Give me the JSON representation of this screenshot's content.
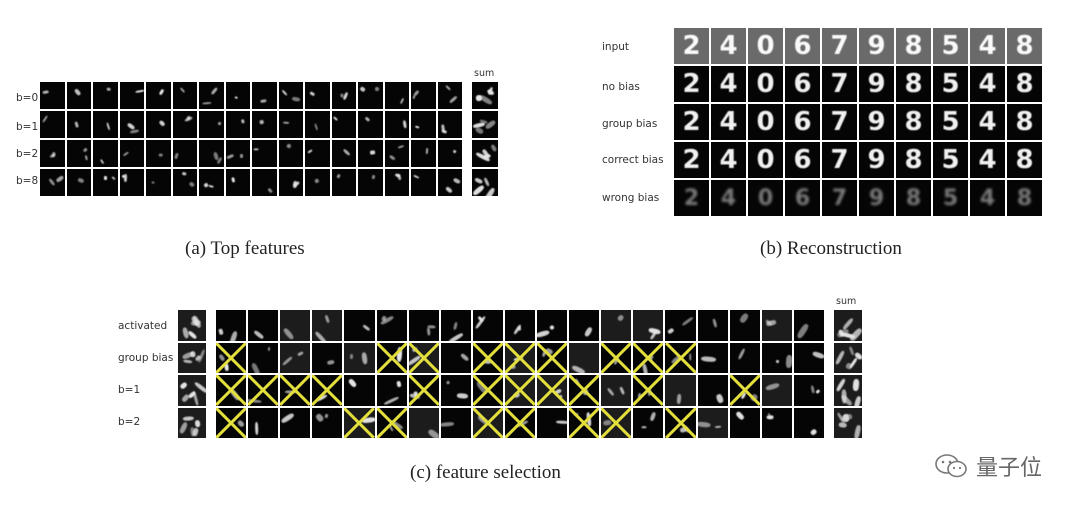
{
  "panel_a": {
    "caption": "(a) Top features",
    "sum_label": "sum",
    "rows": [
      "b=0",
      "b=1",
      "b=2",
      "b=8"
    ]
  },
  "panel_b": {
    "caption": "(b) Reconstruction",
    "rows": [
      "input",
      "no bias",
      "group bias",
      "correct bias",
      "wrong bias"
    ],
    "digits": [
      "2",
      "4",
      "0",
      "6",
      "7",
      "9",
      "8",
      "5",
      "4",
      "8"
    ]
  },
  "panel_c": {
    "caption": "(c) feature selection",
    "sum_label": "sum",
    "rows": [
      "activated",
      "group bias",
      "b=1",
      "b=2"
    ],
    "x_marks": [
      [],
      [
        0,
        5,
        6,
        8,
        9,
        10,
        12,
        13,
        14
      ],
      [
        0,
        1,
        2,
        3,
        6,
        8,
        9,
        10,
        11,
        13,
        16
      ],
      [
        0,
        4,
        5,
        8,
        9,
        11,
        12,
        14
      ]
    ]
  },
  "watermark": {
    "text": "量子位"
  }
}
